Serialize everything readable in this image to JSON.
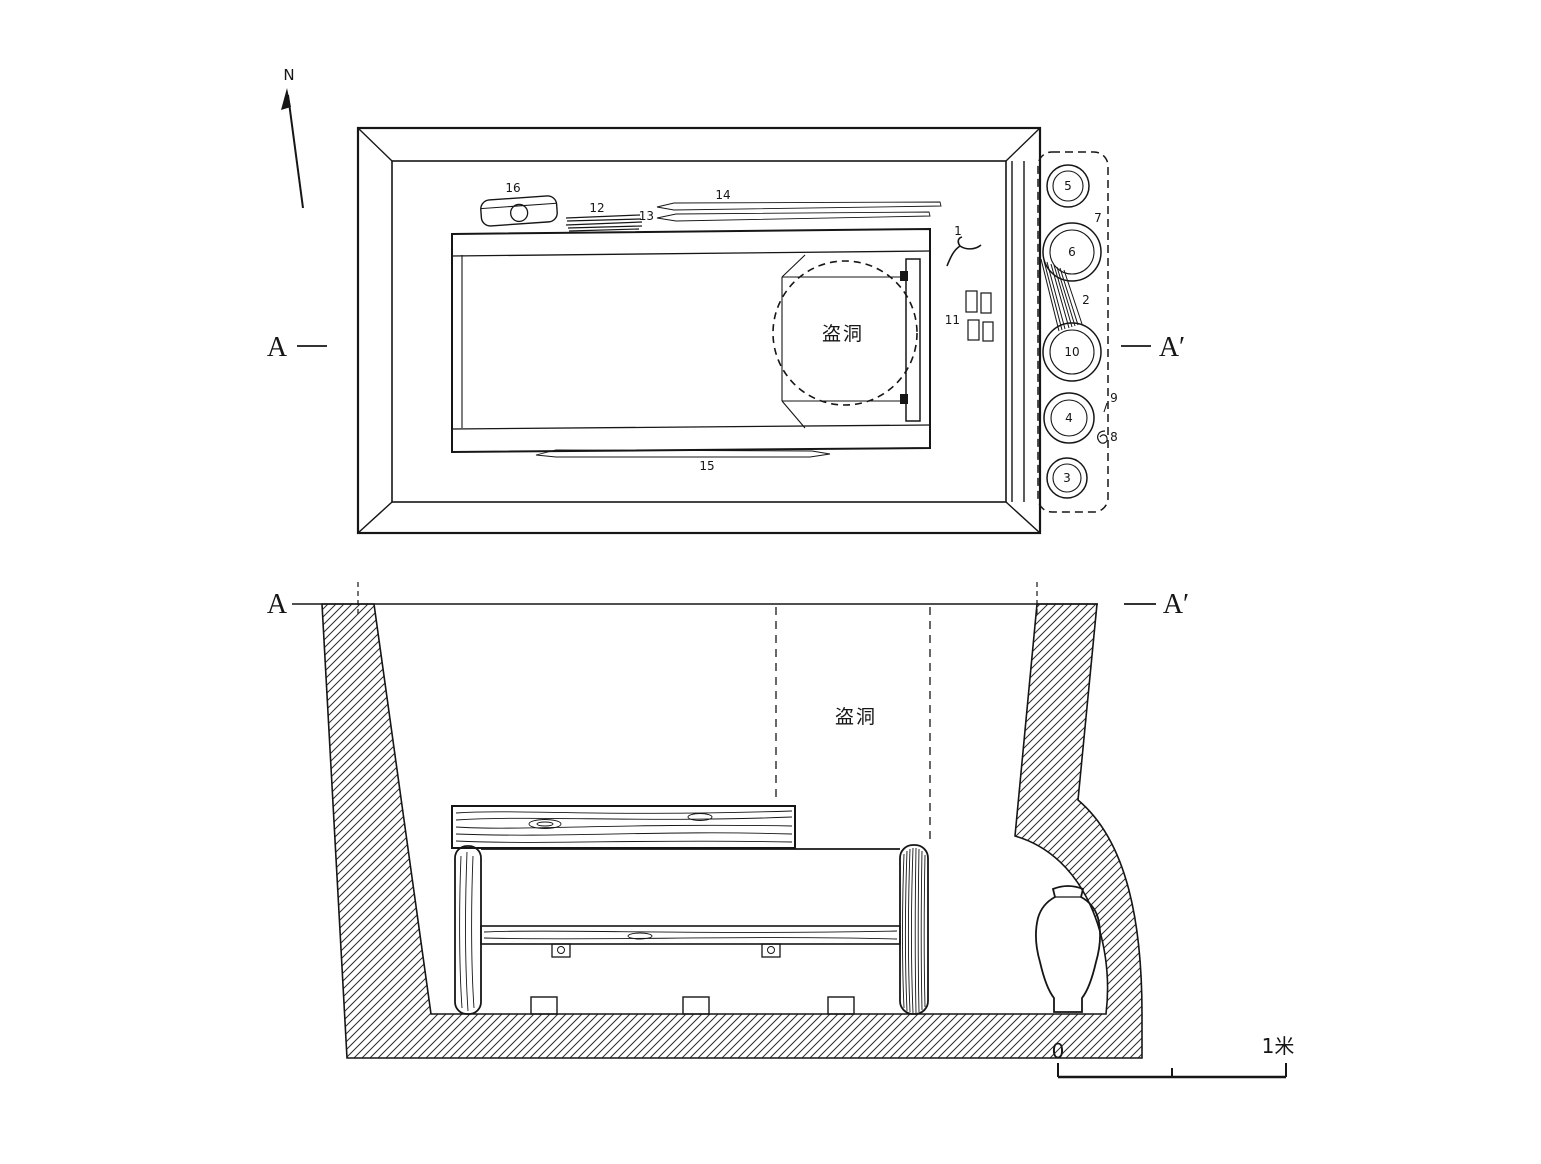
{
  "compass": {
    "north_label": "N"
  },
  "plan": {
    "marker_left": "A",
    "marker_right": "A′",
    "robber_hole": "盗洞",
    "finds": {
      "f1": "1",
      "f11": "11",
      "f12": "12",
      "f13": "13",
      "f14": "14",
      "f15": "15",
      "f16": "16"
    },
    "niche": {
      "v5": "5",
      "v6": "6",
      "v10": "10",
      "v4": "4",
      "v3": "3",
      "s7": "7",
      "s2": "2",
      "s9": "9",
      "s8": "8"
    }
  },
  "section": {
    "marker_left": "A",
    "marker_right": "A′",
    "robber_hole": "盗洞"
  },
  "scale": {
    "zero": "0",
    "unit": "1米"
  },
  "colors": {
    "ink": "#161616",
    "paper": "#ffffff"
  }
}
